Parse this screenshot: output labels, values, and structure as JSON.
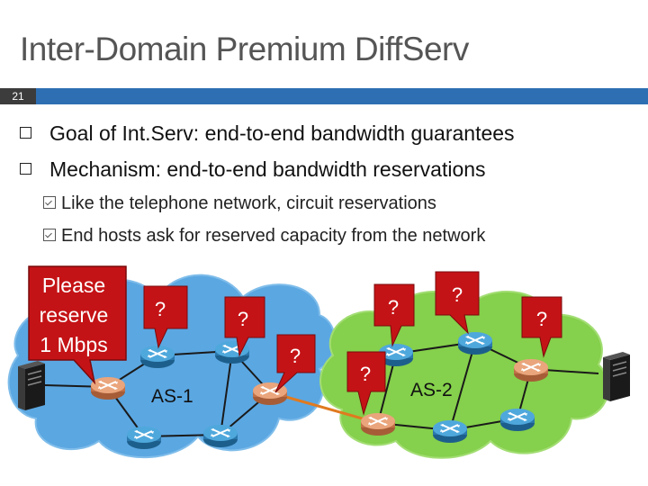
{
  "slide": {
    "title": "Inter-Domain Premium DiffServ",
    "number": "21"
  },
  "bullets": [
    {
      "text": "Goal of Int.Serv: end-to-end bandwidth guarantees"
    },
    {
      "text": "Mechanism: end-to-end bandwidth reservations"
    }
  ],
  "sub_bullets": [
    {
      "text": "Like the telephone network, circuit reservations"
    },
    {
      "text": "End hosts ask for reserved capacity from the network"
    }
  ],
  "diagram": {
    "request_bubble": [
      "Please",
      "reserve",
      "1 Mbps"
    ],
    "as1_label": "AS-1",
    "as2_label": "AS-2",
    "question_mark": "?",
    "colors": {
      "as1_cloud": "#5ba7e2",
      "as2_cloud": "#85d04c",
      "callout_fill": "#c41316",
      "router_fill": "#3a93c8",
      "border_router_fill": "#d9926a",
      "inter_domain_link": "#e07a1f",
      "title_bar": "#2e6fb3"
    }
  }
}
